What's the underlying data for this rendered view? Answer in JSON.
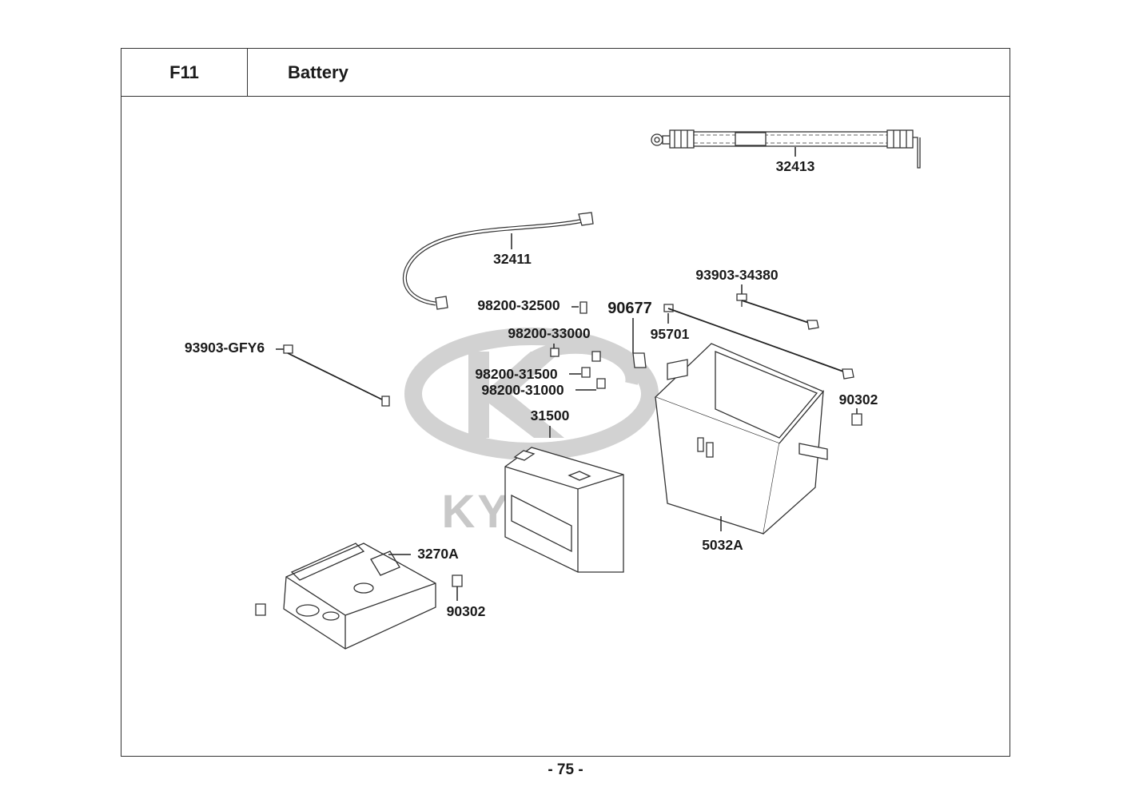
{
  "header": {
    "code": "F11",
    "title": "Battery"
  },
  "page_number": "- 75 -",
  "watermark": {
    "brand": "KYMCO"
  },
  "parts": [
    {
      "id": "part-32413",
      "number": "32413"
    },
    {
      "id": "part-32411",
      "number": "32411"
    },
    {
      "id": "part-93903-34380",
      "number": "93903-34380"
    },
    {
      "id": "part-98200-32500",
      "number": "98200-32500"
    },
    {
      "id": "part-90677",
      "number": "90677"
    },
    {
      "id": "part-95701",
      "number": "95701"
    },
    {
      "id": "part-98200-33000",
      "number": "98200-33000"
    },
    {
      "id": "part-93903-GFY6",
      "number": "93903-GFY6"
    },
    {
      "id": "part-98200-31500",
      "number": "98200-31500"
    },
    {
      "id": "part-98200-31000",
      "number": "98200-31000"
    },
    {
      "id": "part-90302-right",
      "number": "90302"
    },
    {
      "id": "part-31500",
      "number": "31500"
    },
    {
      "id": "part-5032A",
      "number": "5032A"
    },
    {
      "id": "part-3270A",
      "number": "3270A"
    },
    {
      "id": "part-90302-left",
      "number": "90302"
    }
  ],
  "colors": {
    "line": "#333333",
    "watermark": "#c8c8c8",
    "background": "#ffffff"
  }
}
